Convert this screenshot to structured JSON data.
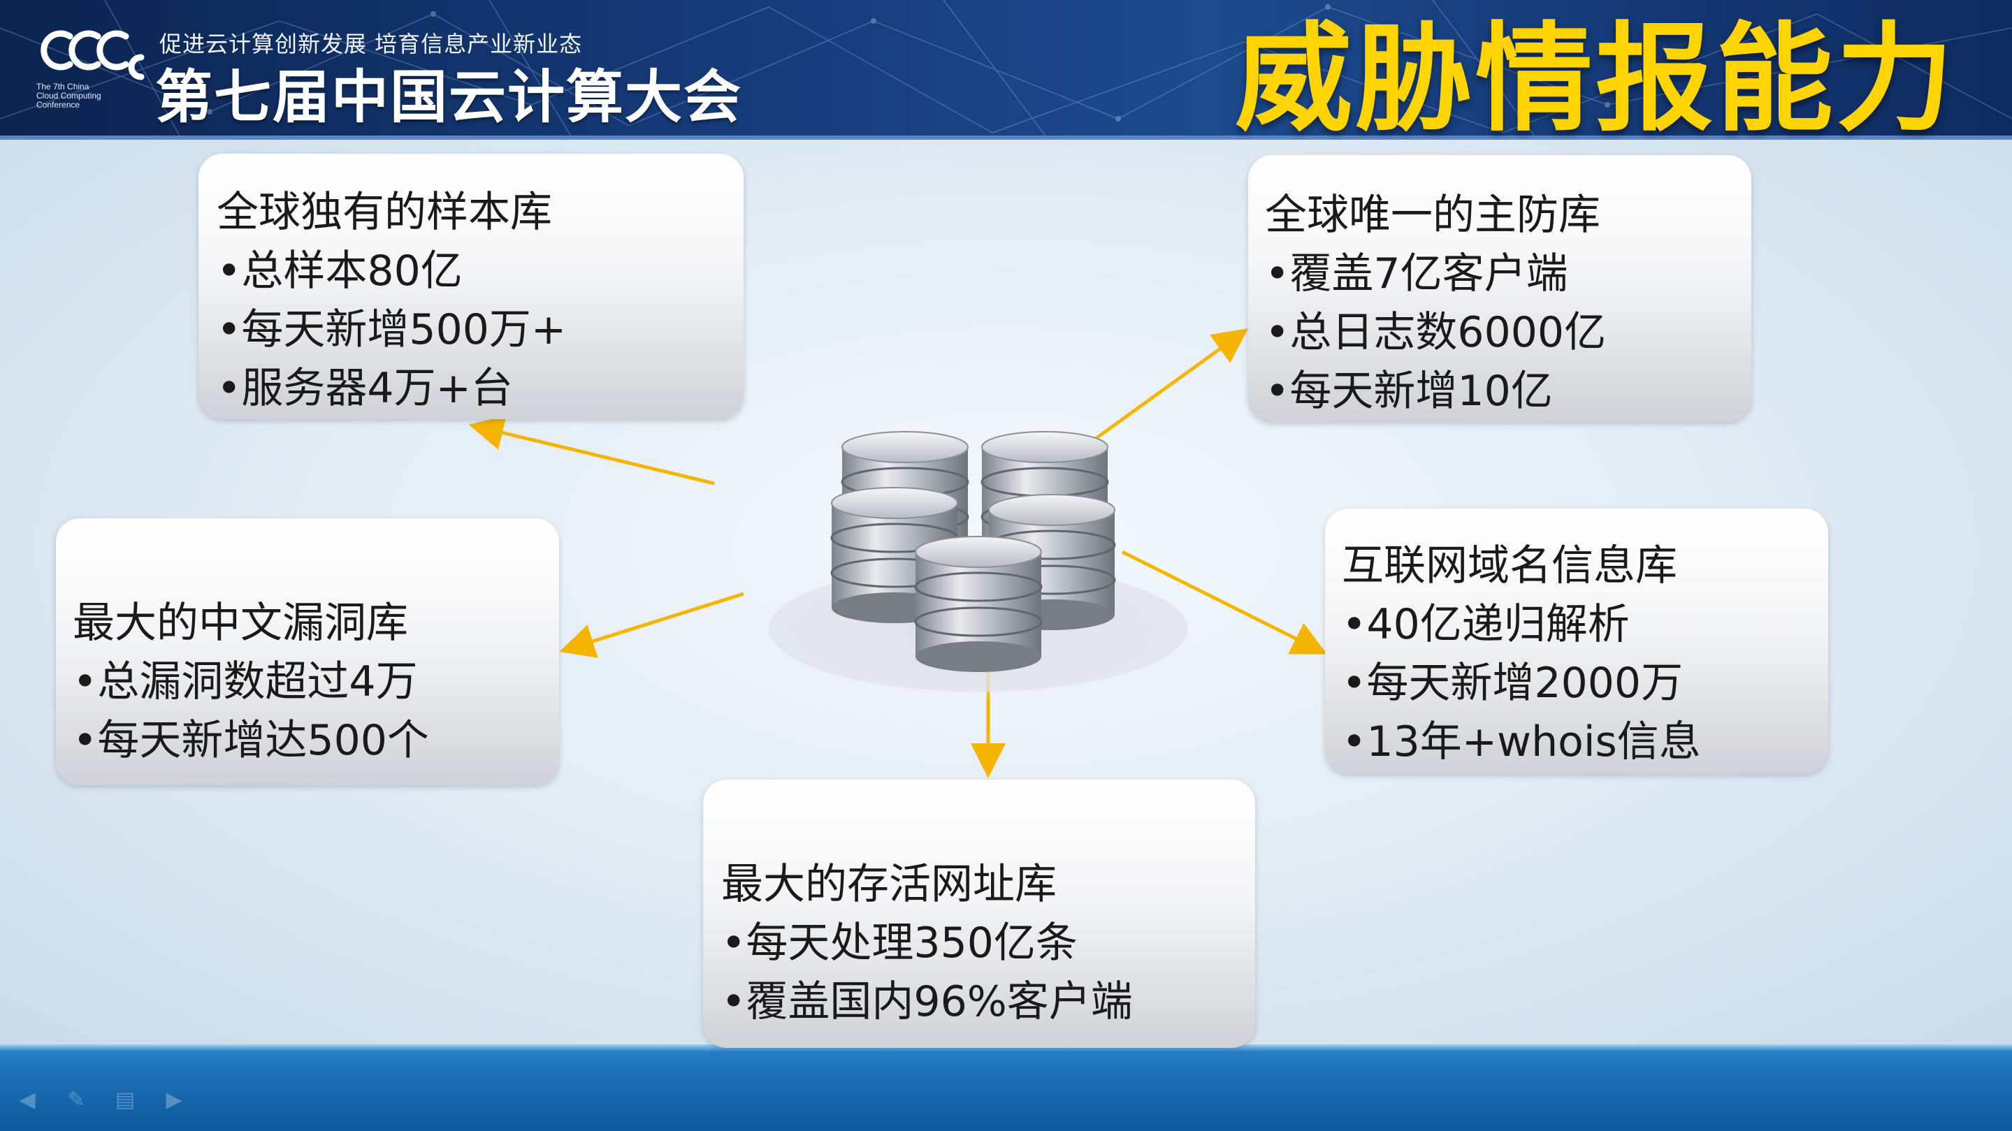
{
  "header": {
    "slogan": "促进云计算创新发展   培育信息产业新业态",
    "conference_name": "第七届中国云计算大会",
    "logo_text": "CCCC",
    "logo_subtitle": [
      "The 7th China",
      "Cloud Computing",
      "Conference"
    ],
    "slide_title": "威胁情报能力"
  },
  "colors": {
    "title": "#ffd400",
    "arrow": "#f4b400",
    "header_bg": "#153a78",
    "footer_bg": "#1a6db3"
  },
  "boxes": {
    "samples": {
      "title": "全球独有的样本库",
      "items": [
        "•总样本80亿",
        "•每天新增500万+",
        "•服务器4万+台"
      ]
    },
    "defense": {
      "title": "全球唯一的主防库",
      "items": [
        "•覆盖7亿客户端",
        "•总日志数6000亿",
        "•每天新增10亿"
      ]
    },
    "vuln": {
      "title": "最大的中文漏洞库",
      "items": [
        "•总漏洞数超过4万",
        "•每天新增达500个"
      ]
    },
    "domain": {
      "title": "互联网域名信息库",
      "items": [
        "•40亿递归解析",
        "•每天新增2000万",
        "•13年+whois信息"
      ]
    },
    "url": {
      "title": "最大的存活网址库",
      "items": [
        "•每天处理350亿条",
        "•覆盖国内96%客户端"
      ]
    }
  },
  "center_icon": "database-cluster-icon",
  "footer_icons": [
    "arrow-left-icon",
    "pen-icon",
    "menu-icon",
    "arrow-right-icon"
  ]
}
